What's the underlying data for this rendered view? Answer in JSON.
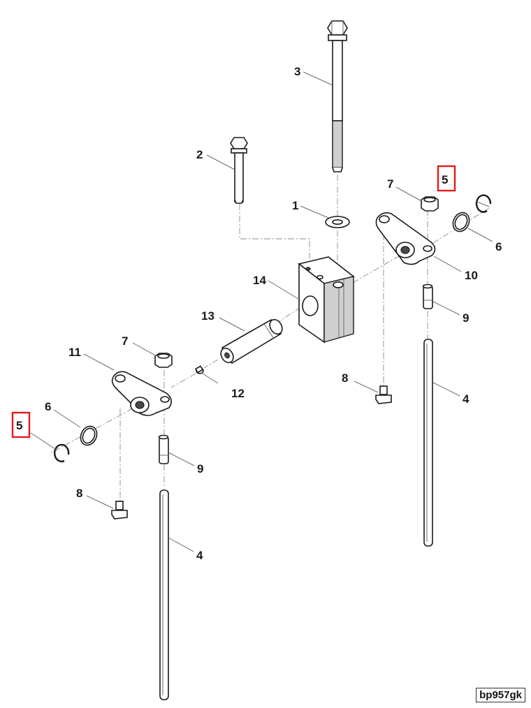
{
  "diagram": {
    "reference_code": "bp957gk",
    "highlight_color": "#e01b1b",
    "callouts": {
      "c1": "1",
      "c2": "2",
      "c3": "3",
      "c4a": "4",
      "c4b": "4",
      "c5a": "5",
      "c5b": "5",
      "c6a": "6",
      "c6b": "6",
      "c7a": "7",
      "c7b": "7",
      "c8a": "8",
      "c8b": "8",
      "c9a": "9",
      "c9b": "9",
      "c10": "10",
      "c11": "11",
      "c12": "12",
      "c13": "13",
      "c14": "14"
    }
  }
}
